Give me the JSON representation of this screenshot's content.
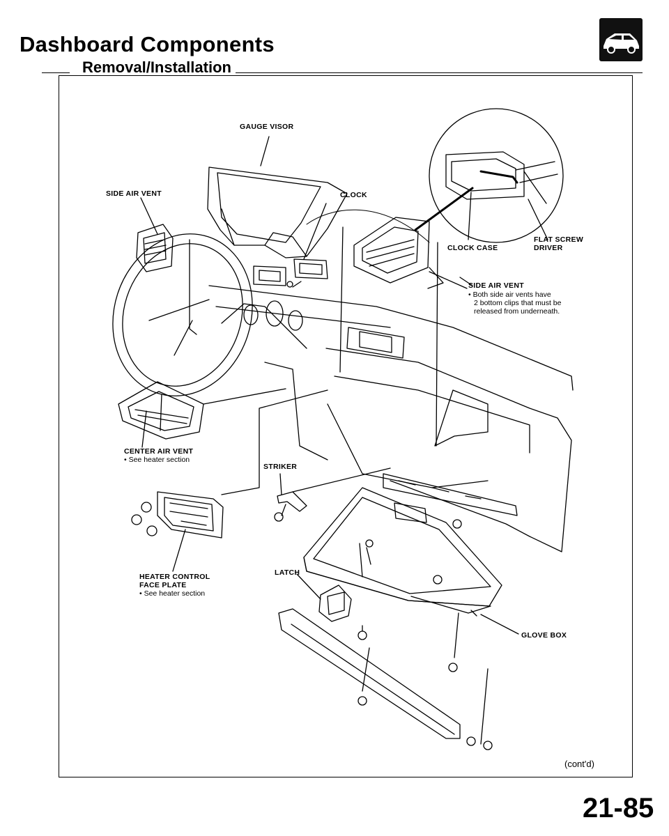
{
  "header": {
    "title": "Dashboard Components",
    "section": "Removal/Installation"
  },
  "icons": {
    "header_badge": "car-icon"
  },
  "labels": {
    "gauge_visor": "GAUGE VISOR",
    "side_air_vent_left": "SIDE AIR VENT",
    "clock": "CLOCK",
    "clock_case": "CLOCK CASE",
    "flat_screwdriver_1": "FLAT SCREW",
    "flat_screwdriver_2": "DRIVER",
    "side_air_vent_right": "SIDE AIR VENT",
    "side_air_vent_note_1": "•  Both side air vents have",
    "side_air_vent_note_2": "2 bottom clips that must be",
    "side_air_vent_note_3": "released from underneath.",
    "center_air_vent": "CENTER AIR VENT",
    "center_air_vent_note": "•  See heater section",
    "striker": "STRIKER",
    "heater_control_1": "HEATER CONTROL",
    "heater_control_2": "FACE PLATE",
    "heater_control_note": "•  See heater section",
    "latch": "LATCH",
    "glove_box": "GLOVE BOX"
  },
  "footer": {
    "continued": "(cont'd)",
    "page_number": "21-85"
  }
}
